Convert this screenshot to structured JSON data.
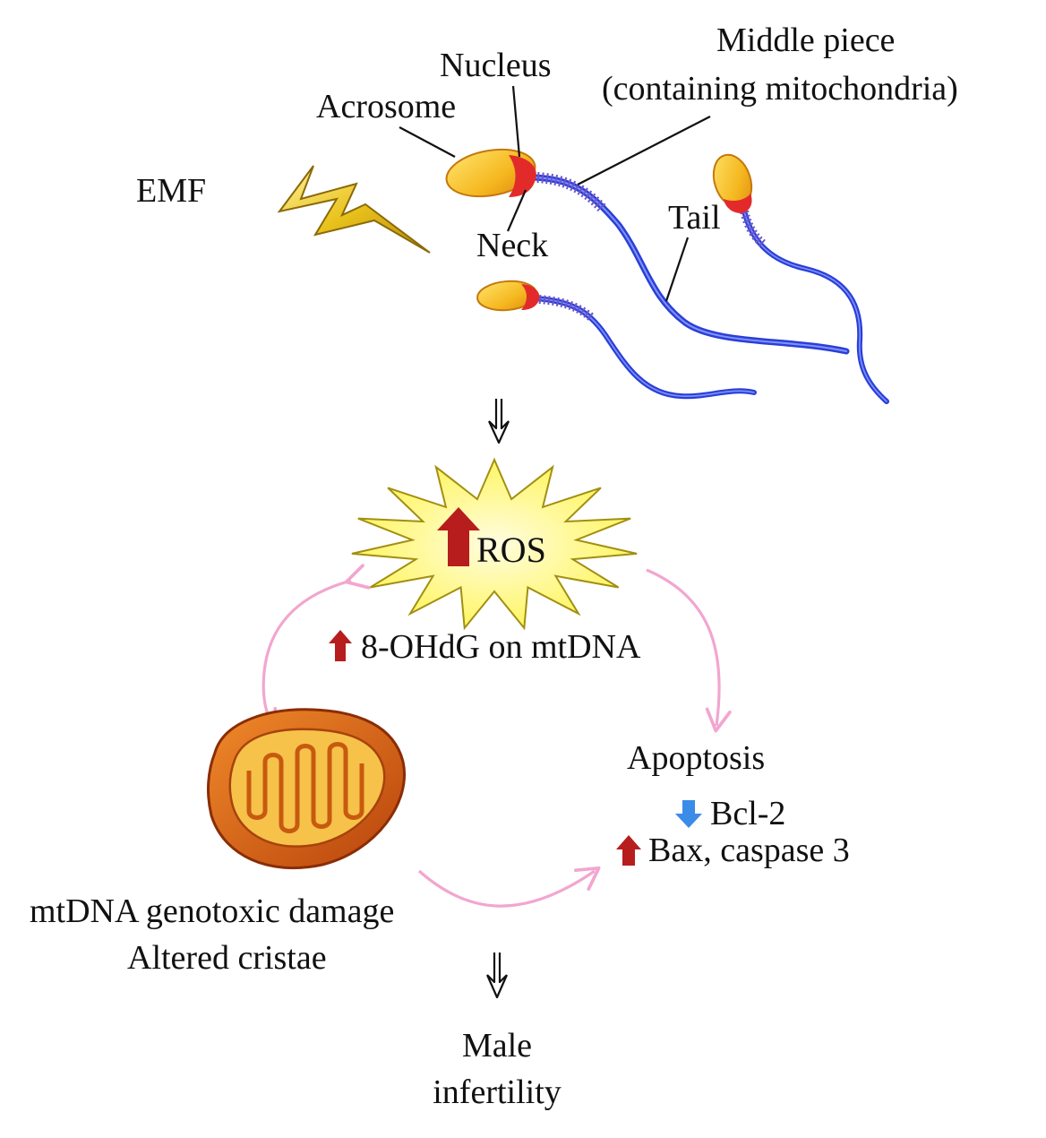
{
  "labels": {
    "emf": "EMF",
    "acrosome": "Acrosome",
    "nucleus": "Nucleus",
    "middle_piece_line1": "Middle piece",
    "middle_piece_line2": "(containing mitochondria)",
    "neck": "Neck",
    "tail": "Tail",
    "ros": "ROS",
    "ohdg": "8-OHdG on mtDNA",
    "apoptosis": "Apoptosis",
    "bcl2": "Bcl-2",
    "bax": "Bax, caspase 3",
    "mtdna_damage": "mtDNA genotoxic damage",
    "altered_cristae": "Altered cristae",
    "outcome_line1": "Male",
    "outcome_line2": "infertility"
  },
  "colors": {
    "up_arrow": "#b81d1d",
    "down_arrow": "#3b8be8",
    "cycle_arrow": "#f2a6cf",
    "ros_burst": "#fff44a",
    "sperm_head": "#f5b820",
    "sperm_neck": "#e32a2a",
    "sperm_tail": "#2b3fd6",
    "mitochondrion": "#d9641a",
    "lightning": "#e9c21c"
  }
}
